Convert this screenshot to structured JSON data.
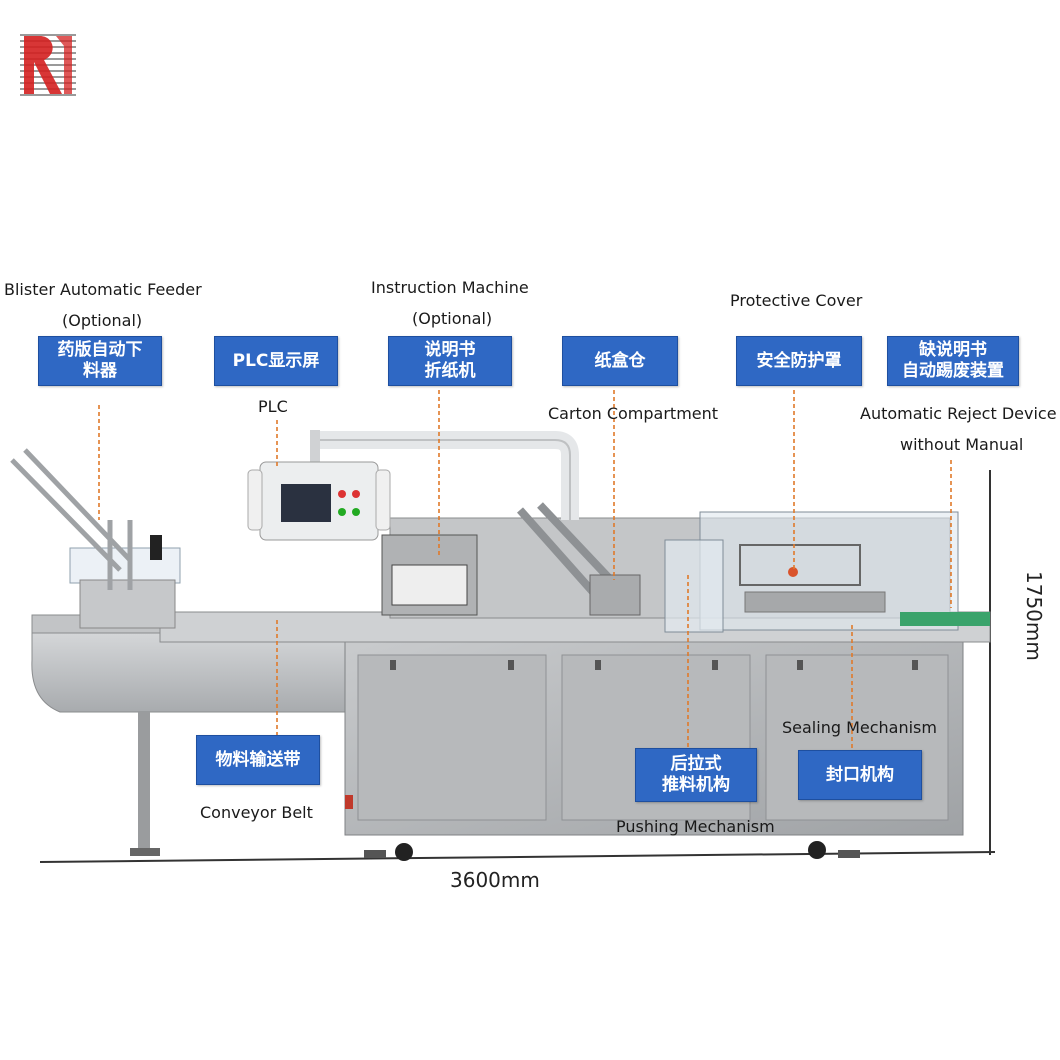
{
  "colors": {
    "label_bg": "#2f68c4",
    "leader": "#e07a2a",
    "steel": "#b9bbbd"
  },
  "icons": [
    "brand-logo-icon"
  ],
  "labels": {
    "blister_feeder": {
      "en": "Blister Automatic Feeder",
      "en2": "(Optional)",
      "cn1": "药版自动下",
      "cn2": "料器"
    },
    "plc": {
      "en": "PLC",
      "cn": "PLC显示屏"
    },
    "instruction": {
      "en": "Instruction  Machine",
      "en2": "(Optional)",
      "cn1": "说明书",
      "cn2": "折纸机"
    },
    "carton": {
      "en": "Carton Compartment",
      "cn": "纸盒仓"
    },
    "cover": {
      "en": "Protective Cover",
      "cn": "安全防护罩"
    },
    "reject": {
      "en": "Automatic Reject Device",
      "en2": "without Manual",
      "cn1": "缺说明书",
      "cn2": "自动踢废装置"
    },
    "conveyor": {
      "en": "Conveyor Belt",
      "cn": "物料输送带"
    },
    "pushing": {
      "en": "Pushing Mechanism",
      "cn1": "后拉式",
      "cn2": "推料机构"
    },
    "sealing": {
      "en": "Sealing Mechanism",
      "cn": "封口机构"
    }
  },
  "dimensions": {
    "width": "3600mm",
    "height": "1750mm"
  }
}
